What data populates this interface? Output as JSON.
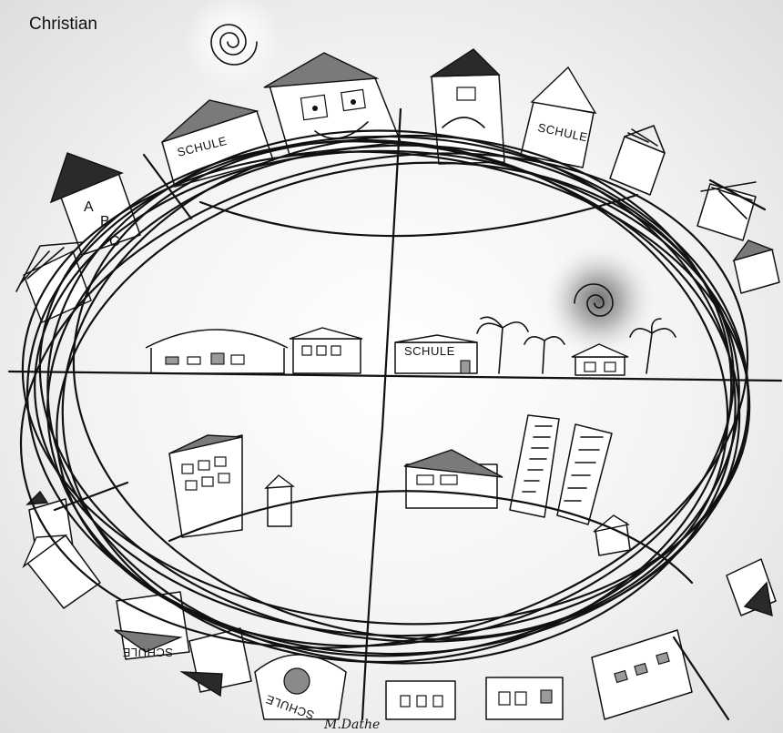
{
  "caption": {
    "name": "Christian"
  },
  "labels": {
    "school": "SCHULE",
    "school_mirrored": "SCHULE",
    "abc": [
      "A",
      "B",
      "C"
    ]
  },
  "signature": "M.Dathe",
  "colors": {
    "ink": "#111111",
    "roof_dark": "#2a2a2a",
    "roof_mid": "#7a7a7a",
    "window_fill": "#9a9a9a",
    "sun_glow": "#bbbbbb",
    "background_edge": "#dedede"
  }
}
